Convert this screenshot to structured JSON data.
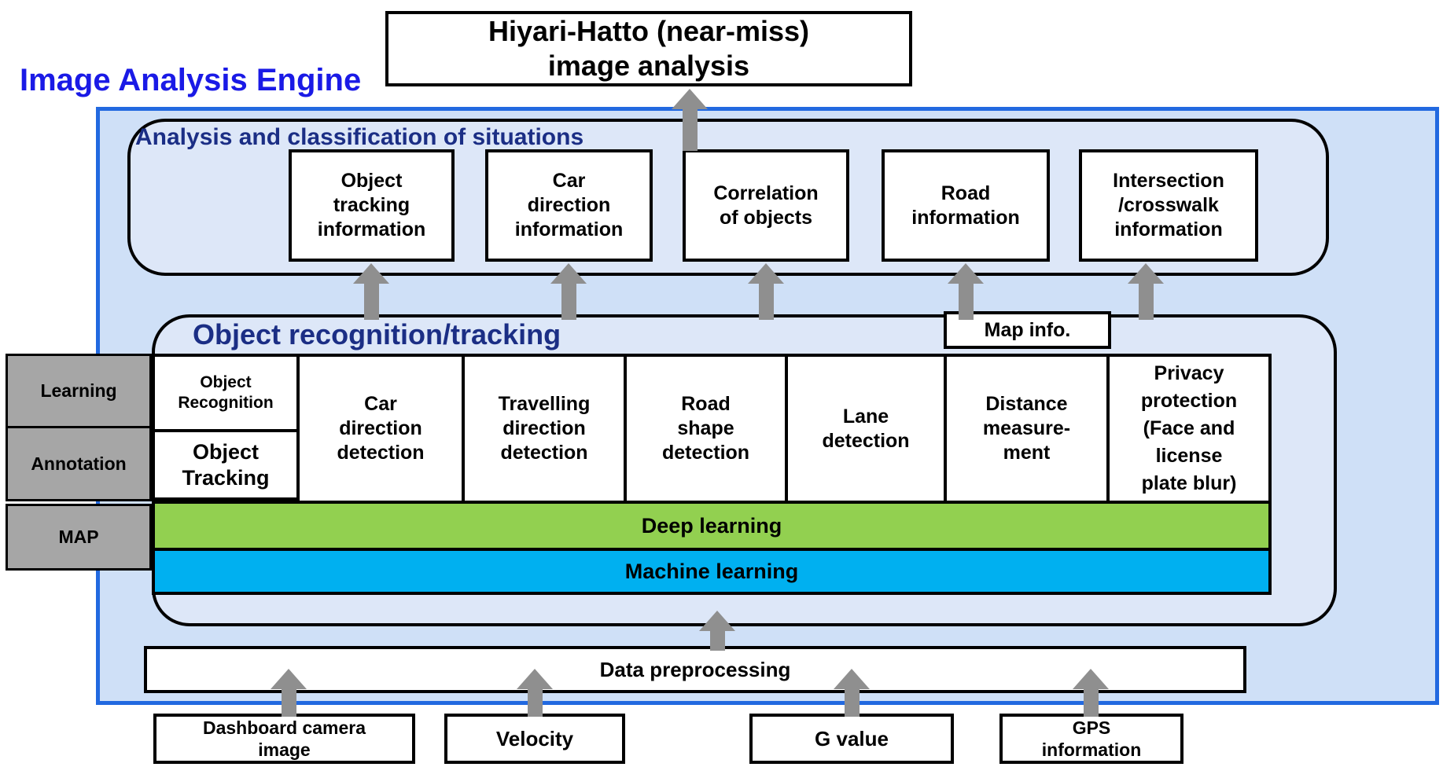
{
  "header": {
    "engine_title": "Image Analysis Engine",
    "output_box_label": "Hiyari-Hatto (near-miss)\nimage analysis"
  },
  "analysis_section": {
    "title": "Analysis and classification of situations",
    "boxes": [
      {
        "label": "Object\ntracking\ninformation"
      },
      {
        "label": "Car\ndirection\ninformation"
      },
      {
        "label": "Correlation\nof objects"
      },
      {
        "label": "Road\ninformation"
      },
      {
        "label": "Intersection\n/crosswalk\ninformation"
      }
    ]
  },
  "recognition_section": {
    "title": "Object recognition/tracking",
    "map_info_label": "Map info.",
    "first_column": {
      "top_cell": "Object\nRecognition",
      "bottom_cell": "Object\nTracking"
    },
    "cells": [
      {
        "label": "Car\ndirection\ndetection"
      },
      {
        "label": "Travelling\ndirection\ndetection"
      },
      {
        "label": "Road\nshape\ndetection"
      },
      {
        "label": "Lane\ndetection"
      },
      {
        "label": "Distance\nmeasure-\nment"
      },
      {
        "label": "Privacy\nprotection\n(Face and\nlicense\nplate blur)"
      }
    ],
    "deep_learning_label": "Deep learning",
    "machine_learning_label": "Machine learning"
  },
  "side_labels": [
    {
      "label": "Learning"
    },
    {
      "label": "Annotation"
    },
    {
      "label": "MAP"
    }
  ],
  "preprocessing_label": "Data preprocessing",
  "input_boxes": [
    {
      "label": "Dashboard camera\nimage"
    },
    {
      "label": "Velocity"
    },
    {
      "label": "G value"
    },
    {
      "label": "GPS\ninformation"
    }
  ],
  "colors": {
    "panel_border": "#2269e0",
    "panel_fill": "#cfe0f7",
    "container_fill": "#dde7f8",
    "deep_green": "#92d050",
    "ml_cyan": "#00b0f0",
    "side_gray": "#a6a6a6",
    "arrow_gray": "#8f8f8f",
    "navy": "#1b2e85",
    "engine_blue": "#1a1ae6"
  }
}
